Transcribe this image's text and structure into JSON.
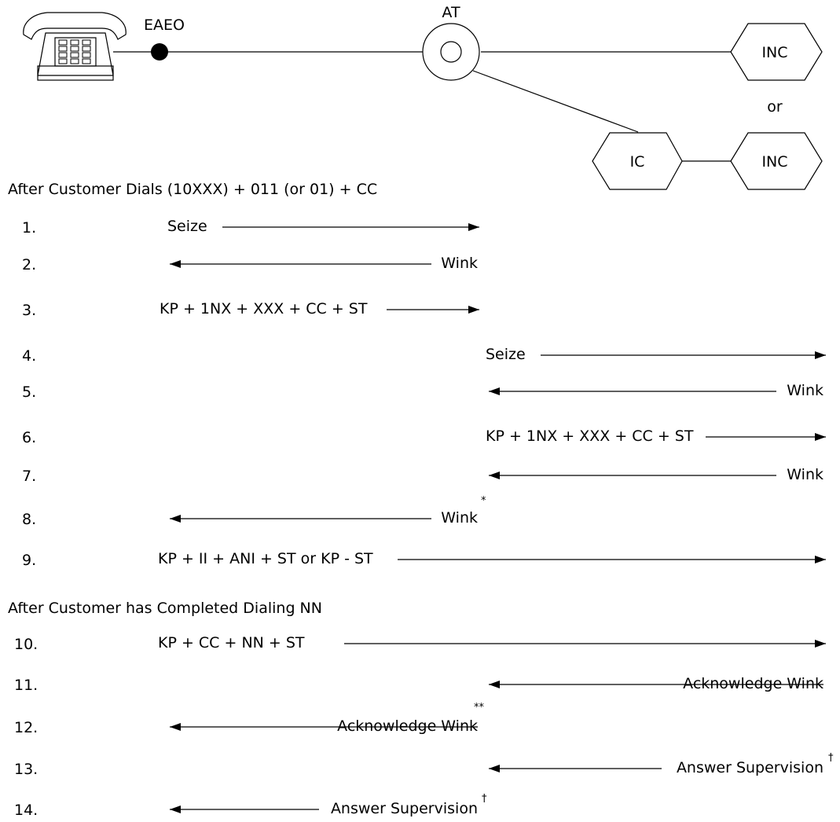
{
  "network": {
    "eaeo_label": "EAEO",
    "at_label": "AT",
    "inc_top_label": "INC",
    "or_label": "or",
    "ic_label": "IC",
    "inc_bottom_label": "INC"
  },
  "headings": {
    "first": "After Customer Dials (10XXX) + 011 (or 01) + CC",
    "second": "After Customer has Completed Dialing NN"
  },
  "steps": [
    {
      "num": "1.",
      "label": "Seize"
    },
    {
      "num": "2.",
      "label": "Wink"
    },
    {
      "num": "3.",
      "label": "KP + 1NX + XXX + CC + ST"
    },
    {
      "num": "4.",
      "label": "Seize"
    },
    {
      "num": "5.",
      "label": "Wink"
    },
    {
      "num": "6.",
      "label": "KP + 1NX + XXX + CC + ST"
    },
    {
      "num": "7.",
      "label": "Wink"
    },
    {
      "num": "8.",
      "label": "Wink",
      "mark": "*"
    },
    {
      "num": "9.",
      "label": "KP + II + ANI + ST or KP - ST"
    },
    {
      "num": "10.",
      "label": "KP + CC + NN + ST"
    },
    {
      "num": "11.",
      "label": "Acknowledge Wink"
    },
    {
      "num": "12.",
      "label": "Acknowledge Wink",
      "mark": "**"
    },
    {
      "num": "13.",
      "label": "Answer Supervision",
      "mark": "†"
    },
    {
      "num": "14.",
      "label": "Answer Supervision",
      "mark": "†"
    }
  ],
  "icons": {
    "telephone": "telephone-icon"
  }
}
